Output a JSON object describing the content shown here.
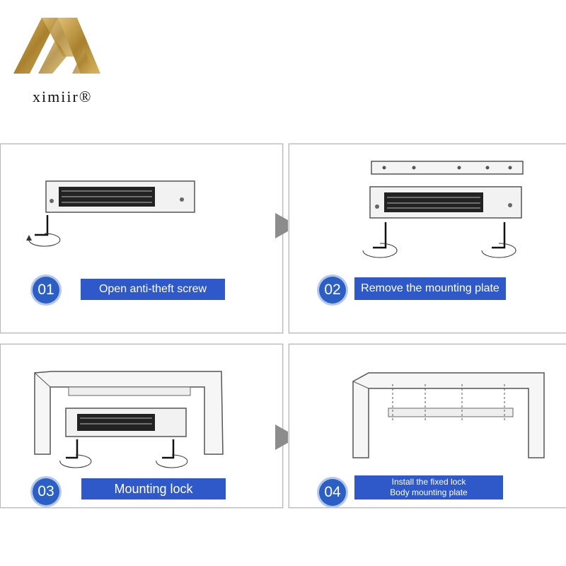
{
  "brand": {
    "name": "ximiir®"
  },
  "steps": [
    {
      "number": "01",
      "label": "Open anti-theft screw"
    },
    {
      "number": "02",
      "label": "Remove the mounting plate"
    },
    {
      "number": "03",
      "label": "Mounting lock"
    },
    {
      "number": "04",
      "label_line1": "Install the fixed lock",
      "label_line2": "Body mounting plate"
    }
  ],
  "colors": {
    "accent": "#2f59c8",
    "badge": "#2c5fc4",
    "logo_gold": "#b8923a"
  }
}
